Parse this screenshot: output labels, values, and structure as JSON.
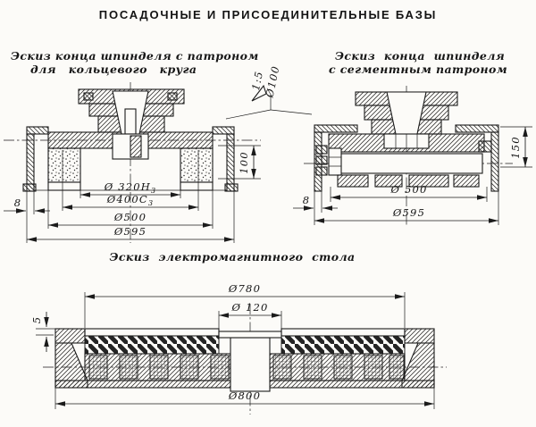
{
  "page": {
    "title": "ПОСАДОЧНЫЕ И ПРИСОЕДИНИТЕЛЬНЫЕ БАЗЫ"
  },
  "left_figure": {
    "caption_line1": "Эскиз конца шпинделя с патроном",
    "caption_line2": "для кольцевого круга",
    "dim_d320_main": "Ø 320H",
    "dim_d320_sub": "3",
    "dim_d400_main": "Ø400C",
    "dim_d400_sub": "3",
    "dim_d500": "Ø500",
    "dim_d595": "Ø595",
    "dim_wall": "8",
    "dim_height": "100"
  },
  "taper_callout": {
    "ratio": "1:5",
    "diameter": "Ø100"
  },
  "right_figure": {
    "caption_line1": "Эскиз конца шпинделя",
    "caption_line2": "с сегментным патроном",
    "dim_d500": "Ø 500",
    "dim_d595": "Ø595",
    "dim_wall": "8",
    "dim_height": "150"
  },
  "table_figure": {
    "caption": "Эскиз электромагнитного стола",
    "dim_d780": "Ø780",
    "dim_d120": "Ø 120",
    "dim_d800": "Ø800",
    "dim_plate": "5"
  }
}
